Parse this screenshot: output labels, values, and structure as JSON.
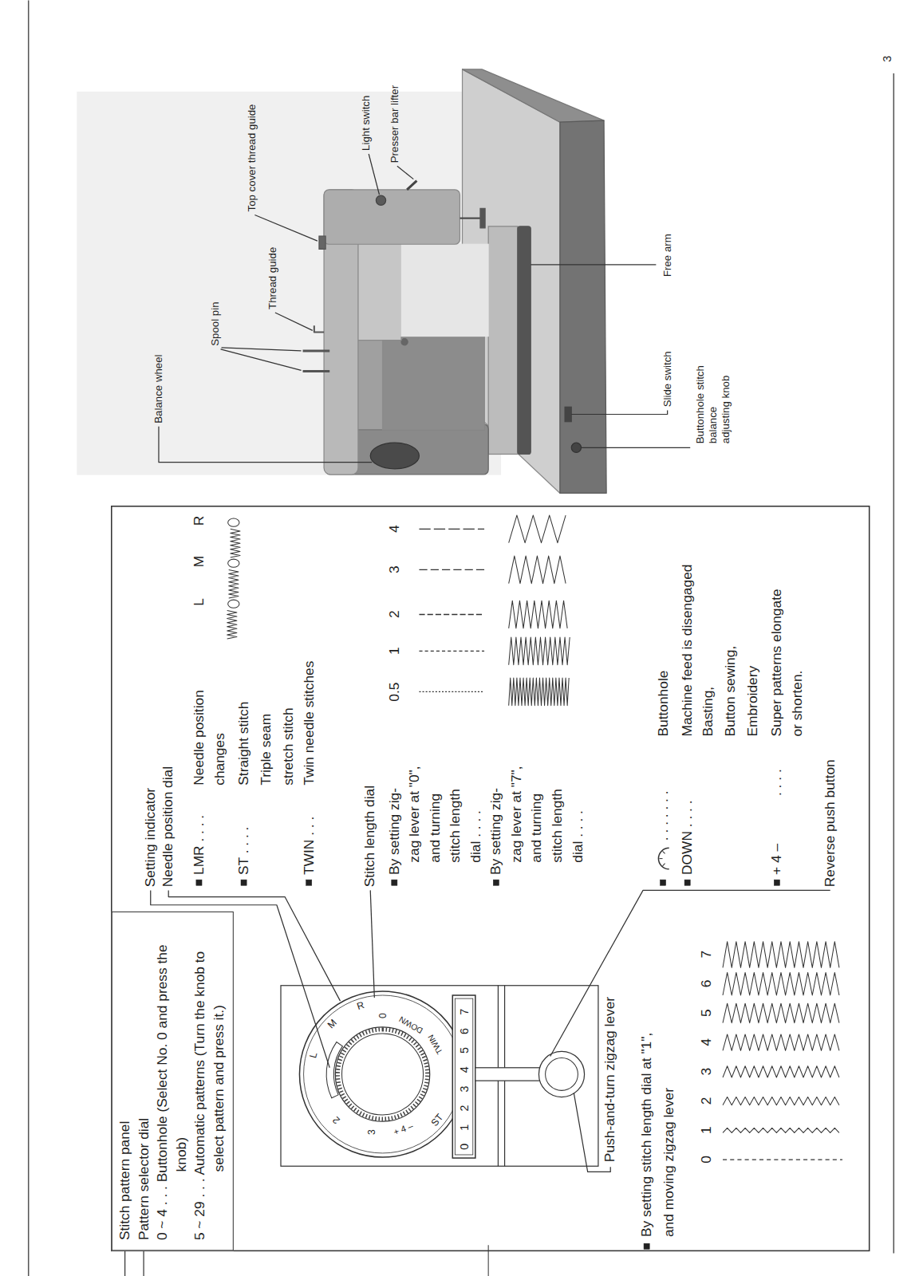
{
  "diagram": {
    "nodes": [
      {
        "text": [
          "Stitch pattern panel",
          "Pattern selector dial",
          "0 ~ 4 . . . Buttonhole (Select No. 0 and press the knob)",
          "5 ~ 29 . . . Automatic patterns (Turn the knob to select pattern and press it.)"
        ]
      }
    ],
    "labels": [
      "Setting indicator",
      "Needle position dial",
      "LMR . . . .",
      "Needle position",
      "L",
      "M",
      "R",
      "changes",
      "ST . . . .",
      "Straight stitch",
      "Triple seam",
      "stretch stitch",
      "TWIN . . .",
      "Twin needle stitches",
      "Stitch length dial",
      "By setting zig-",
      "0.5",
      "1",
      "2",
      "3",
      "4",
      "zag lever at \"0\",",
      "and turning",
      "stitch length",
      "dial . . . .",
      "By setting zig-",
      "zag lever at \"7\",",
      "and turning",
      "stitch length",
      "dial . . . .",
      ". . . . . . .",
      "Buttonhole",
      "DOWN . . . .",
      "Machine feed is disengaged",
      "Basting,",
      "Button sewing,",
      "Embroidery",
      "+ 4 –",
      ". . . .",
      "Super patterns elongate",
      "or shorten.",
      "Reverse push button",
      "Push-and-turn zigzag lever",
      "By setting stitch length dial at \"1\",",
      "and moving zigzag lever",
      "0",
      "1",
      "2",
      "3",
      "4",
      "5",
      "6",
      "7",
      "0 1 2 3 4 5 6 7",
      "L",
      "M",
      "R",
      "0",
      "DOWN",
      "TWIN",
      "ST",
      "+ 4 –",
      "3",
      "2",
      "Balance wheel",
      "Spool pin",
      "Thread guide",
      "Top cover thread guide",
      "Light switch",
      "Presser bar lifter",
      "Free arm",
      "Slide switch",
      "Buttonhole stitch balance adjusting knob",
      "3"
    ]
  }
}
